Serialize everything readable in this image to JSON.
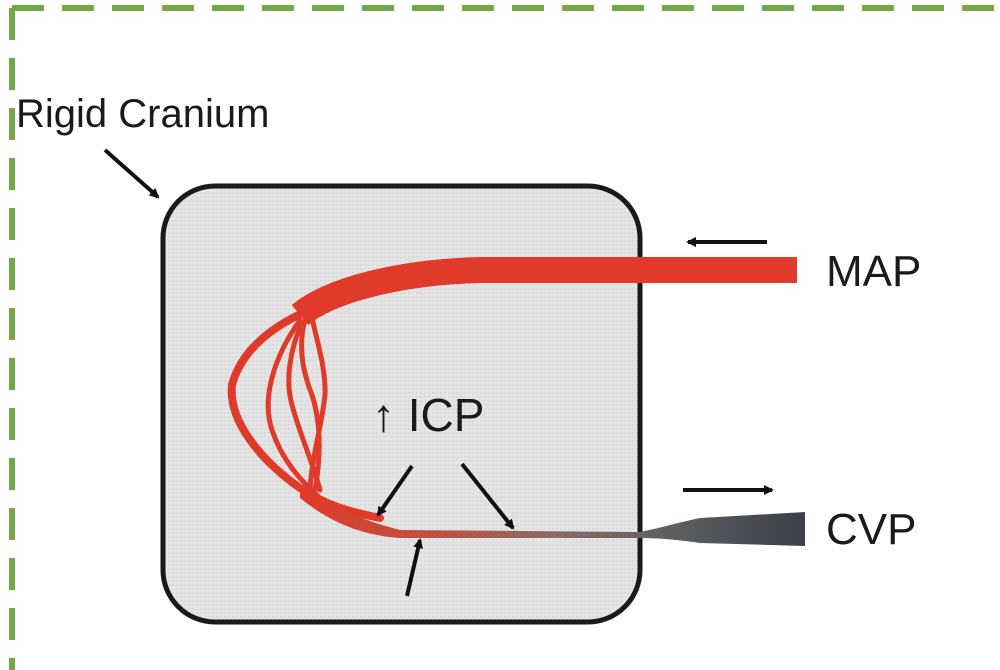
{
  "labels": {
    "cranium": "Rigid Cranium",
    "map": "MAP",
    "cvp": "CVP",
    "icp_arrow": "↑",
    "icp": "ICP"
  },
  "colors": {
    "frame": "#74a94a",
    "cranium_fill": "#e2e2e2",
    "cranium_stroke": "#1a1a1a",
    "artery": "#e03a2a",
    "vein_dark": "#3a3f46",
    "arrow": "#111111"
  }
}
